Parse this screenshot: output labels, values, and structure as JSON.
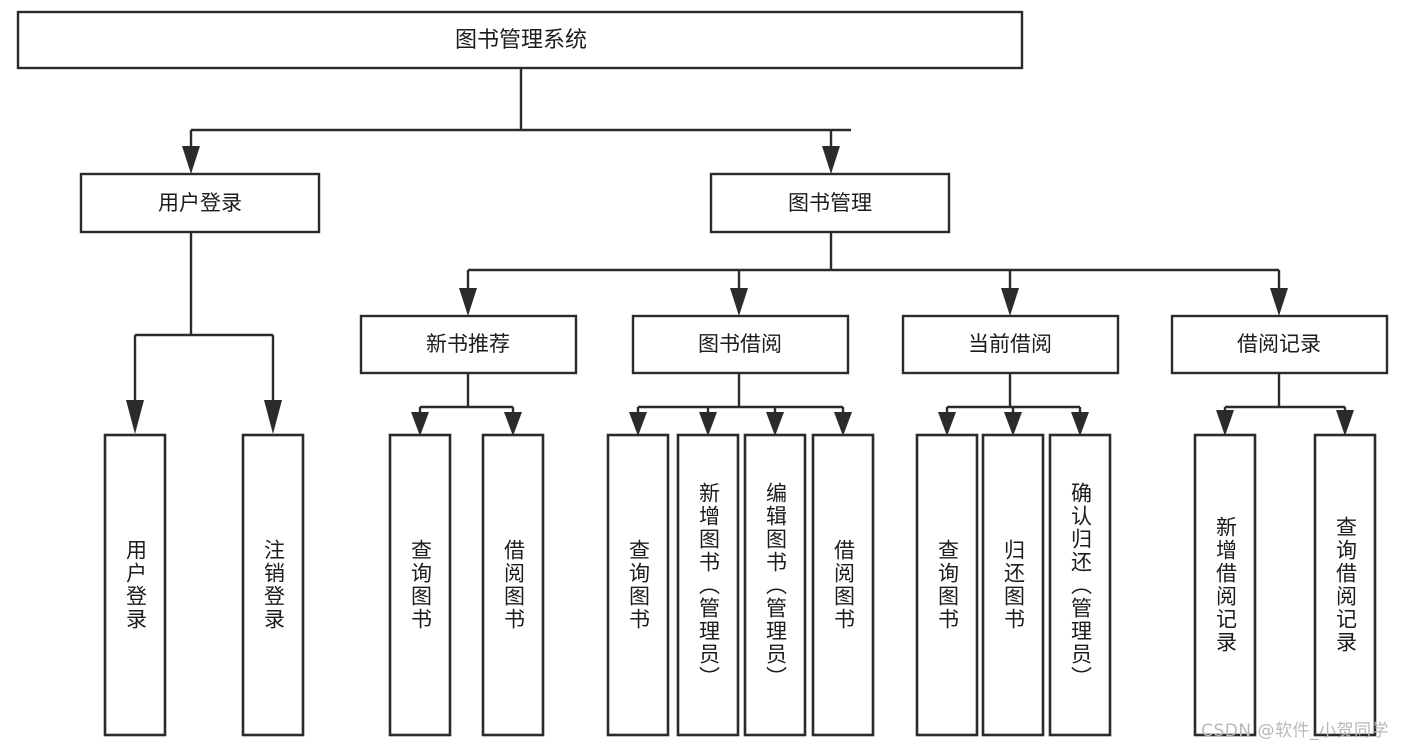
{
  "diagram": {
    "title": "图书管理系统",
    "type": "tree-hierarchy-diagram",
    "watermark": "CSDN @软件_小贺同学",
    "colors": {
      "stroke": "#2b2b2b",
      "fill": "#ffffff",
      "text": "#1c1c1c",
      "watermark": "#b9b9b9"
    },
    "root": {
      "label": "图书管理系统"
    },
    "level2": [
      {
        "id": "user-login",
        "label": "用户登录"
      },
      {
        "id": "book-manage",
        "label": "图书管理"
      }
    ],
    "level3": [
      {
        "id": "new-book-recommend",
        "label": "新书推荐"
      },
      {
        "id": "book-borrow",
        "label": "图书借阅"
      },
      {
        "id": "current-borrow",
        "label": "当前借阅"
      },
      {
        "id": "borrow-record",
        "label": "借阅记录"
      }
    ],
    "leaves": {
      "user-login": [
        {
          "id": "leaf-user-login",
          "label": "用户登录"
        },
        {
          "id": "leaf-user-logout",
          "label": "注销登录"
        }
      ],
      "new-book-recommend": [
        {
          "id": "leaf-query-book-1",
          "label": "查询图书"
        },
        {
          "id": "leaf-borrow-book-1",
          "label": "借阅图书"
        }
      ],
      "book-borrow": [
        {
          "id": "leaf-query-book-2",
          "label": "查询图书"
        },
        {
          "id": "leaf-add-book",
          "label": "新增图书（管理员）"
        },
        {
          "id": "leaf-edit-book",
          "label": "编辑图书（管理员）"
        },
        {
          "id": "leaf-borrow-book-2",
          "label": "借阅图书"
        }
      ],
      "current-borrow": [
        {
          "id": "leaf-query-book-3",
          "label": "查询图书"
        },
        {
          "id": "leaf-return-book",
          "label": "归还图书"
        },
        {
          "id": "leaf-confirm-return",
          "label": "确认归还（管理员）"
        }
      ],
      "borrow-record": [
        {
          "id": "leaf-add-record",
          "label": "新增借阅记录"
        },
        {
          "id": "leaf-query-record",
          "label": "查询借阅记录"
        }
      ]
    }
  }
}
